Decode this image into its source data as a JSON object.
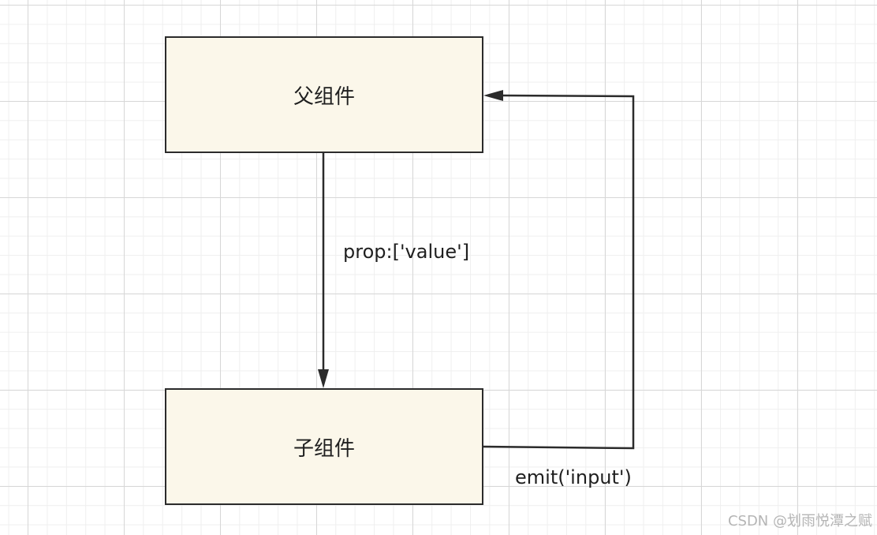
{
  "diagram": {
    "nodes": {
      "parent": {
        "label": "父组件"
      },
      "child": {
        "label": "子组件"
      }
    },
    "edges": {
      "prop_down": {
        "from": "parent",
        "to": "child",
        "label": "prop:['value']"
      },
      "emit_up": {
        "from": "child",
        "to": "parent",
        "label": "emit('input')"
      }
    },
    "colors": {
      "node_fill": "#fbf7ea",
      "stroke": "#2b2b2b"
    }
  },
  "watermark": "CSDN @划雨悦潭之赋"
}
